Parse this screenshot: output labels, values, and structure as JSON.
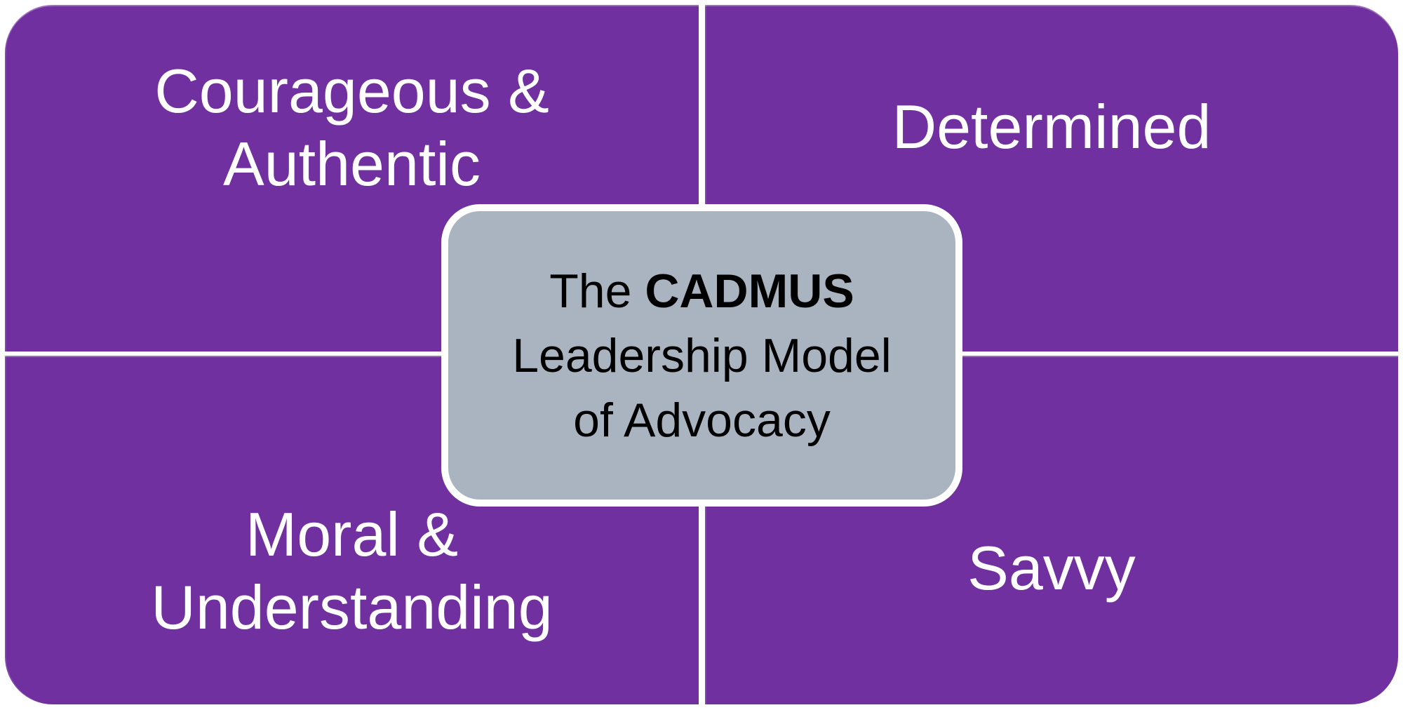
{
  "diagram": {
    "center": {
      "title_prefix": "The ",
      "title_acronym": "CADMUS",
      "title_line2": "Leadership Model",
      "title_line3": "of Advocacy"
    },
    "quadrants": {
      "top_left": {
        "line1": "Courageous &",
        "line2": "Authentic"
      },
      "top_right": {
        "line1": "Determined"
      },
      "bottom_left": {
        "line1": "Moral &",
        "line2": "Understanding"
      },
      "bottom_right": {
        "line1": "Savvy"
      }
    },
    "colors": {
      "quadrant_fill": "#7030A0",
      "quadrant_text": "#FFFFFF",
      "center_fill": "#AAB4C0",
      "center_border": "#FFFFFF",
      "center_text": "#000000",
      "background": "#FFFFFF"
    }
  }
}
